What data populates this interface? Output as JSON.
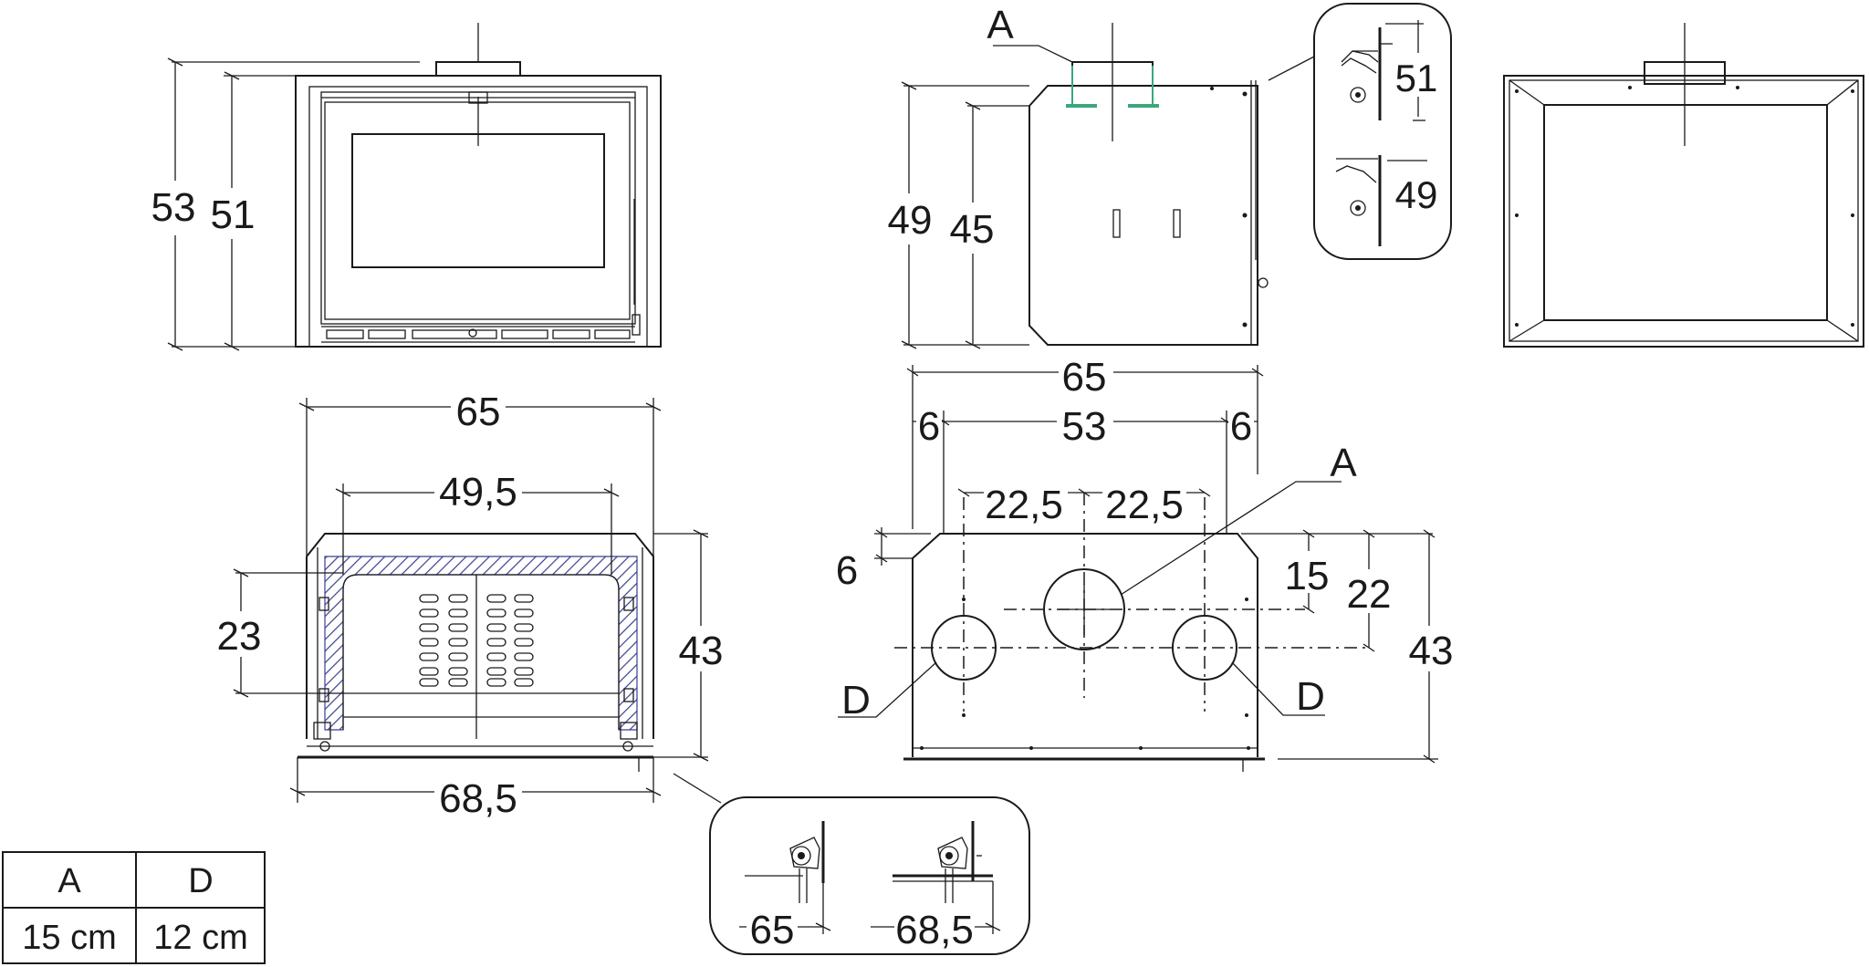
{
  "front_view": {
    "height_outer": "53",
    "height_inner": "51"
  },
  "side_view": {
    "label_a": "A",
    "height_outer": "49",
    "height_inner": "45"
  },
  "detail_top": {
    "dim_upper": "51",
    "dim_lower": "49"
  },
  "plan_view": {
    "width_outer": "65",
    "width_inner": "49,5",
    "depth": "43",
    "depth_side": "23",
    "width_total": "68,5"
  },
  "rear_view": {
    "width_total": "65",
    "margin_left": "6",
    "width_mid": "53",
    "margin_right": "6",
    "offset_left": "22,5",
    "offset_right": "22,5",
    "top_offset": "6",
    "label_a": "A",
    "label_d_left": "D",
    "label_d_right": "D",
    "dim_15": "15",
    "dim_22": "22",
    "height": "43"
  },
  "detail_bottom": {
    "dim_left": "65",
    "dim_right": "68,5"
  },
  "legend": {
    "headers": [
      "A",
      "D"
    ],
    "values": [
      "15 cm",
      "12 cm"
    ]
  }
}
